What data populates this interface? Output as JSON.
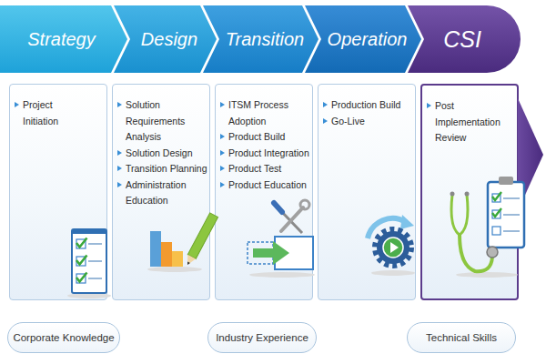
{
  "diagram": {
    "nodes": [
      {
        "text": [
          "Strategy"
        ]
      },
      {
        "text": [
          "Design"
        ]
      },
      {
        "text": [
          "Transition"
        ]
      },
      {
        "text": [
          "Operation"
        ]
      },
      {
        "text": [
          "CSI"
        ]
      },
      {
        "text": [
          "Project Initiation"
        ]
      },
      {
        "text": [
          "Solution Requirements Analysis",
          "Solution Design",
          "Transition Planning",
          "Administration Education"
        ]
      },
      {
        "text": [
          "ITSM Process Adoption",
          "Product Build",
          "Product Integration",
          "Product Test",
          "Product Education"
        ]
      },
      {
        "text": [
          "Production Build",
          "Go-Live"
        ]
      },
      {
        "text": [
          "Post Implementation Review"
        ]
      },
      {
        "text": [
          "Corporate Knowledge"
        ]
      },
      {
        "text": [
          "Industry Experience"
        ]
      },
      {
        "text": [
          "Technical Skills"
        ]
      }
    ]
  }
}
